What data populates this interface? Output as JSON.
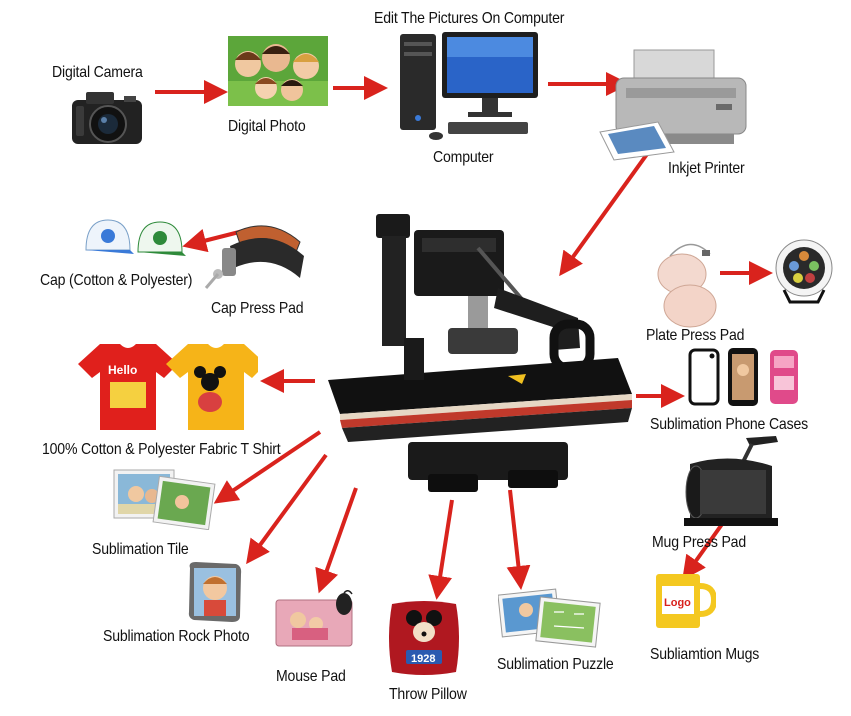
{
  "colors": {
    "arrow": "#d9231d",
    "press_body": "#1a1a1a",
    "heat_pad": "#c0392b",
    "label": "#111111"
  },
  "nodes": {
    "digital_camera": {
      "label": "Digital Camera",
      "icon": "camera-icon"
    },
    "digital_photo": {
      "label": "Digital Photo",
      "icon": "family-photo-icon"
    },
    "computer": {
      "label": "Computer",
      "heading": "Edit The Pictures On Computer",
      "icon": "desktop-computer-icon"
    },
    "inkjet_printer": {
      "label": "Inkjet Printer",
      "icon": "printer-icon"
    },
    "cap": {
      "label": "Cap (Cotton & Polyester)",
      "icon": "cap-icon"
    },
    "cap_press_pad": {
      "label": "Cap Press Pad",
      "icon": "cap-press-icon"
    },
    "heat_press": {
      "label": "",
      "icon": "heat-press-machine-icon"
    },
    "plate_press_pad": {
      "label": "Plate Press Pad",
      "icon": "plate-press-icon"
    },
    "phone_cases": {
      "label": "Sublimation Phone Cases",
      "icon": "phone-case-icon"
    },
    "tshirt": {
      "label": "100% Cotton & Polyester Fabric T Shirt",
      "icon": "tshirt-icon"
    },
    "tile": {
      "label": "Sublimation Tile",
      "icon": "photo-tile-icon"
    },
    "rock_photo": {
      "label": "Sublimation Rock Photo",
      "icon": "rock-photo-icon"
    },
    "mouse_pad": {
      "label": "Mouse Pad",
      "icon": "mouse-pad-icon"
    },
    "throw_pillow": {
      "label": "Throw Pillow",
      "icon": "pillow-icon"
    },
    "puzzle": {
      "label": "Sublimation Puzzle",
      "icon": "puzzle-icon"
    },
    "mug_press_pad": {
      "label": "Mug Press Pad",
      "icon": "mug-press-icon"
    },
    "mugs": {
      "label": "Subliamtion Mugs",
      "icon": "mug-icon"
    }
  },
  "product_prints": {
    "tshirt_text": "Hello",
    "mug_logo": "Logo",
    "pillow_text": "1928"
  }
}
